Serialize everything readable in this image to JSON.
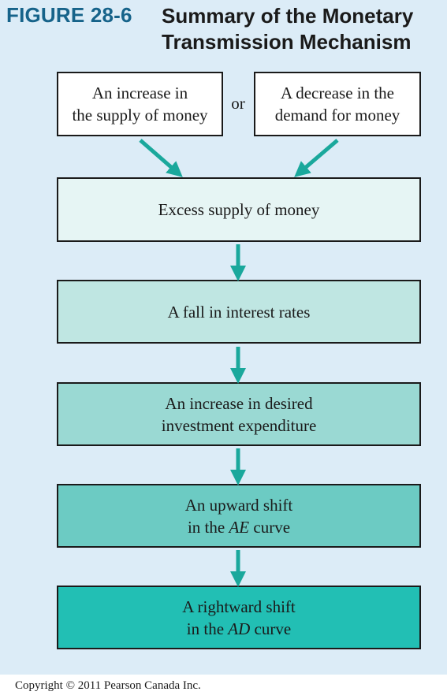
{
  "figure": {
    "label": "FIGURE 28-6",
    "title": "Summary of the Monetary Transmission Mechanism"
  },
  "inputs": {
    "left": {
      "line1": "An increase in",
      "line2": "the supply of money"
    },
    "connector": "or",
    "right": {
      "line1": "A decrease in the",
      "line2": "demand for money"
    }
  },
  "steps": [
    {
      "line1": "Excess supply of money",
      "line2": "",
      "em": "",
      "tail": ""
    },
    {
      "line1": "A fall in interest rates",
      "line2": "",
      "em": "",
      "tail": ""
    },
    {
      "line1": "An increase in desired",
      "line2": "investment expenditure",
      "em": "",
      "tail": ""
    },
    {
      "line1": "An upward shift",
      "line2": "in the ",
      "em": "AE",
      "tail": " curve"
    },
    {
      "line1": "A rightward shift",
      "line2": "in the ",
      "em": "AD",
      "tail": " curve"
    }
  ],
  "colors": {
    "arrow": "#1aa89c",
    "panel": "#dcecf7",
    "label": "#16638a"
  },
  "footer": {
    "copyright": "Copyright © 2011 Pearson Canada Inc."
  }
}
